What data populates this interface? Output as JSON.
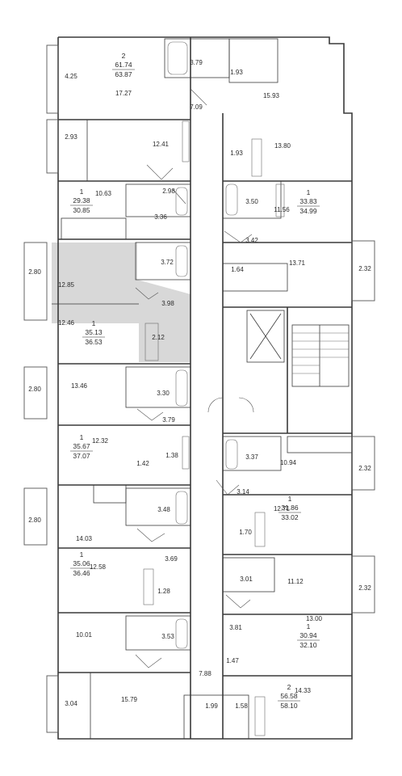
{
  "rooms": [
    {
      "id": "a1",
      "count": "2",
      "living": "61.74",
      "total": "63.87"
    },
    {
      "id": "a2",
      "count": "1",
      "living": "33.83",
      "total": "34.99"
    },
    {
      "id": "a3",
      "count": "1",
      "living": "29.38",
      "total": "30.85"
    },
    {
      "id": "a4",
      "count": "1",
      "living": "35.13",
      "total": "36.53",
      "highlighted": true
    },
    {
      "id": "a5",
      "count": "1",
      "living": "35.67",
      "total": "37.07"
    },
    {
      "id": "a6",
      "count": "1",
      "living": "31.86",
      "total": "33.02"
    },
    {
      "id": "a7",
      "count": "1",
      "living": "35.06",
      "total": "36.46"
    },
    {
      "id": "a8",
      "count": "1",
      "living": "30.94",
      "total": "32.10"
    },
    {
      "id": "a9",
      "count": "2",
      "living": "56.58",
      "total": "58.10"
    }
  ],
  "areas": [
    "4.25",
    "17.27",
    "3.79",
    "1.93",
    "15.93",
    "7.09",
    "2.93",
    "12.41",
    "1.93",
    "13.80",
    "10.63",
    "2.98",
    "3.36",
    "3.50",
    "11.56",
    "3.42",
    "2.80",
    "12.85",
    "3.72",
    "1.64",
    "13.71",
    "2.32",
    "3.98",
    "12.46",
    "2.12",
    "2.80",
    "13.46",
    "3.30",
    "3.79",
    "3.37",
    "12.32",
    "1.42",
    "1.38",
    "10.94",
    "2.32",
    "3.14",
    "2.80",
    "3.48",
    "12.71",
    "14.03",
    "1.70",
    "3.69",
    "12.58",
    "3.01",
    "11.12",
    "2.32",
    "1.28",
    "3.81",
    "13.00",
    "10.01",
    "3.53",
    "1.47",
    "7.88",
    "14.33",
    "3.04",
    "15.79",
    "1.99",
    "1.58"
  ]
}
